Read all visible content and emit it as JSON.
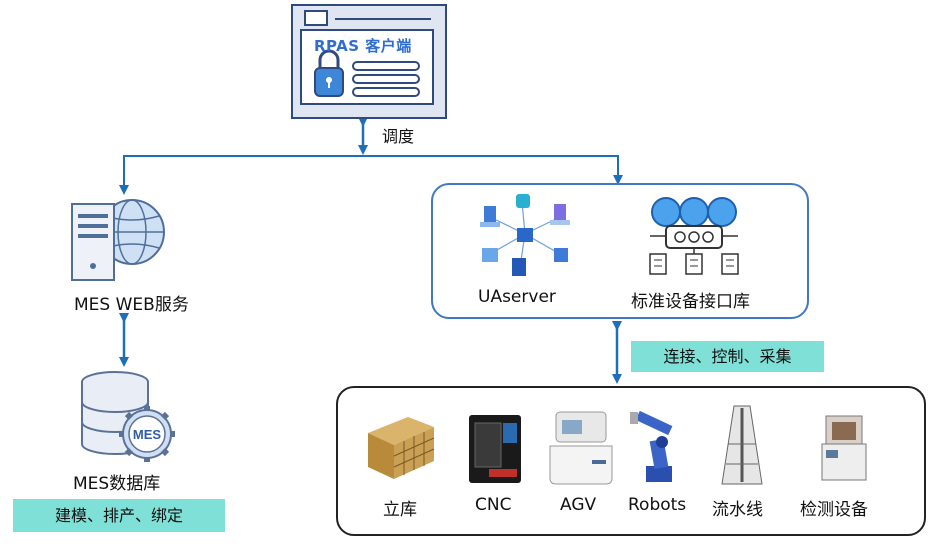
{
  "rpas_client": {
    "title": "RPAS 客户端"
  },
  "edges": {
    "dispatch_label": "调度"
  },
  "nodes": {
    "mes_web": "MES WEB服务",
    "mes_db": "MES数据库",
    "mes_badge": "MES",
    "uaserver": "UAserver",
    "device_lib": "标准设备接口库"
  },
  "callouts": {
    "modeling": "建模、排产、绑定",
    "connect": "连接、控制、采集"
  },
  "devices": [
    "立库",
    "CNC",
    "AGV",
    "Robots",
    "流水线",
    "检测设备"
  ],
  "colors": {
    "arrow": "#1f6fb8",
    "callout": "#7fe0d8",
    "frame_blue": "#3f78c8"
  }
}
